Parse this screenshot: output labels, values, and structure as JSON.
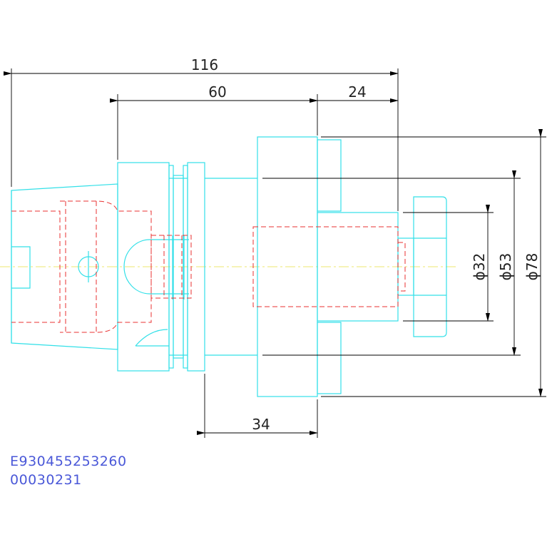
{
  "dimensions": {
    "overall_length": "116",
    "shank_length": "60",
    "collar_length": "24",
    "gauge_length": "34",
    "dia_small": "ϕ32",
    "dia_mid": "ϕ53",
    "dia_large": "ϕ78"
  },
  "codes": {
    "part_number": "E930455253260",
    "serial": "00030231"
  },
  "colors": {
    "outline": "#33e0e8",
    "dimension": "#000000",
    "hidden": "#e83030",
    "centerline": "#e8e040",
    "code_text": "#4a58d8"
  }
}
